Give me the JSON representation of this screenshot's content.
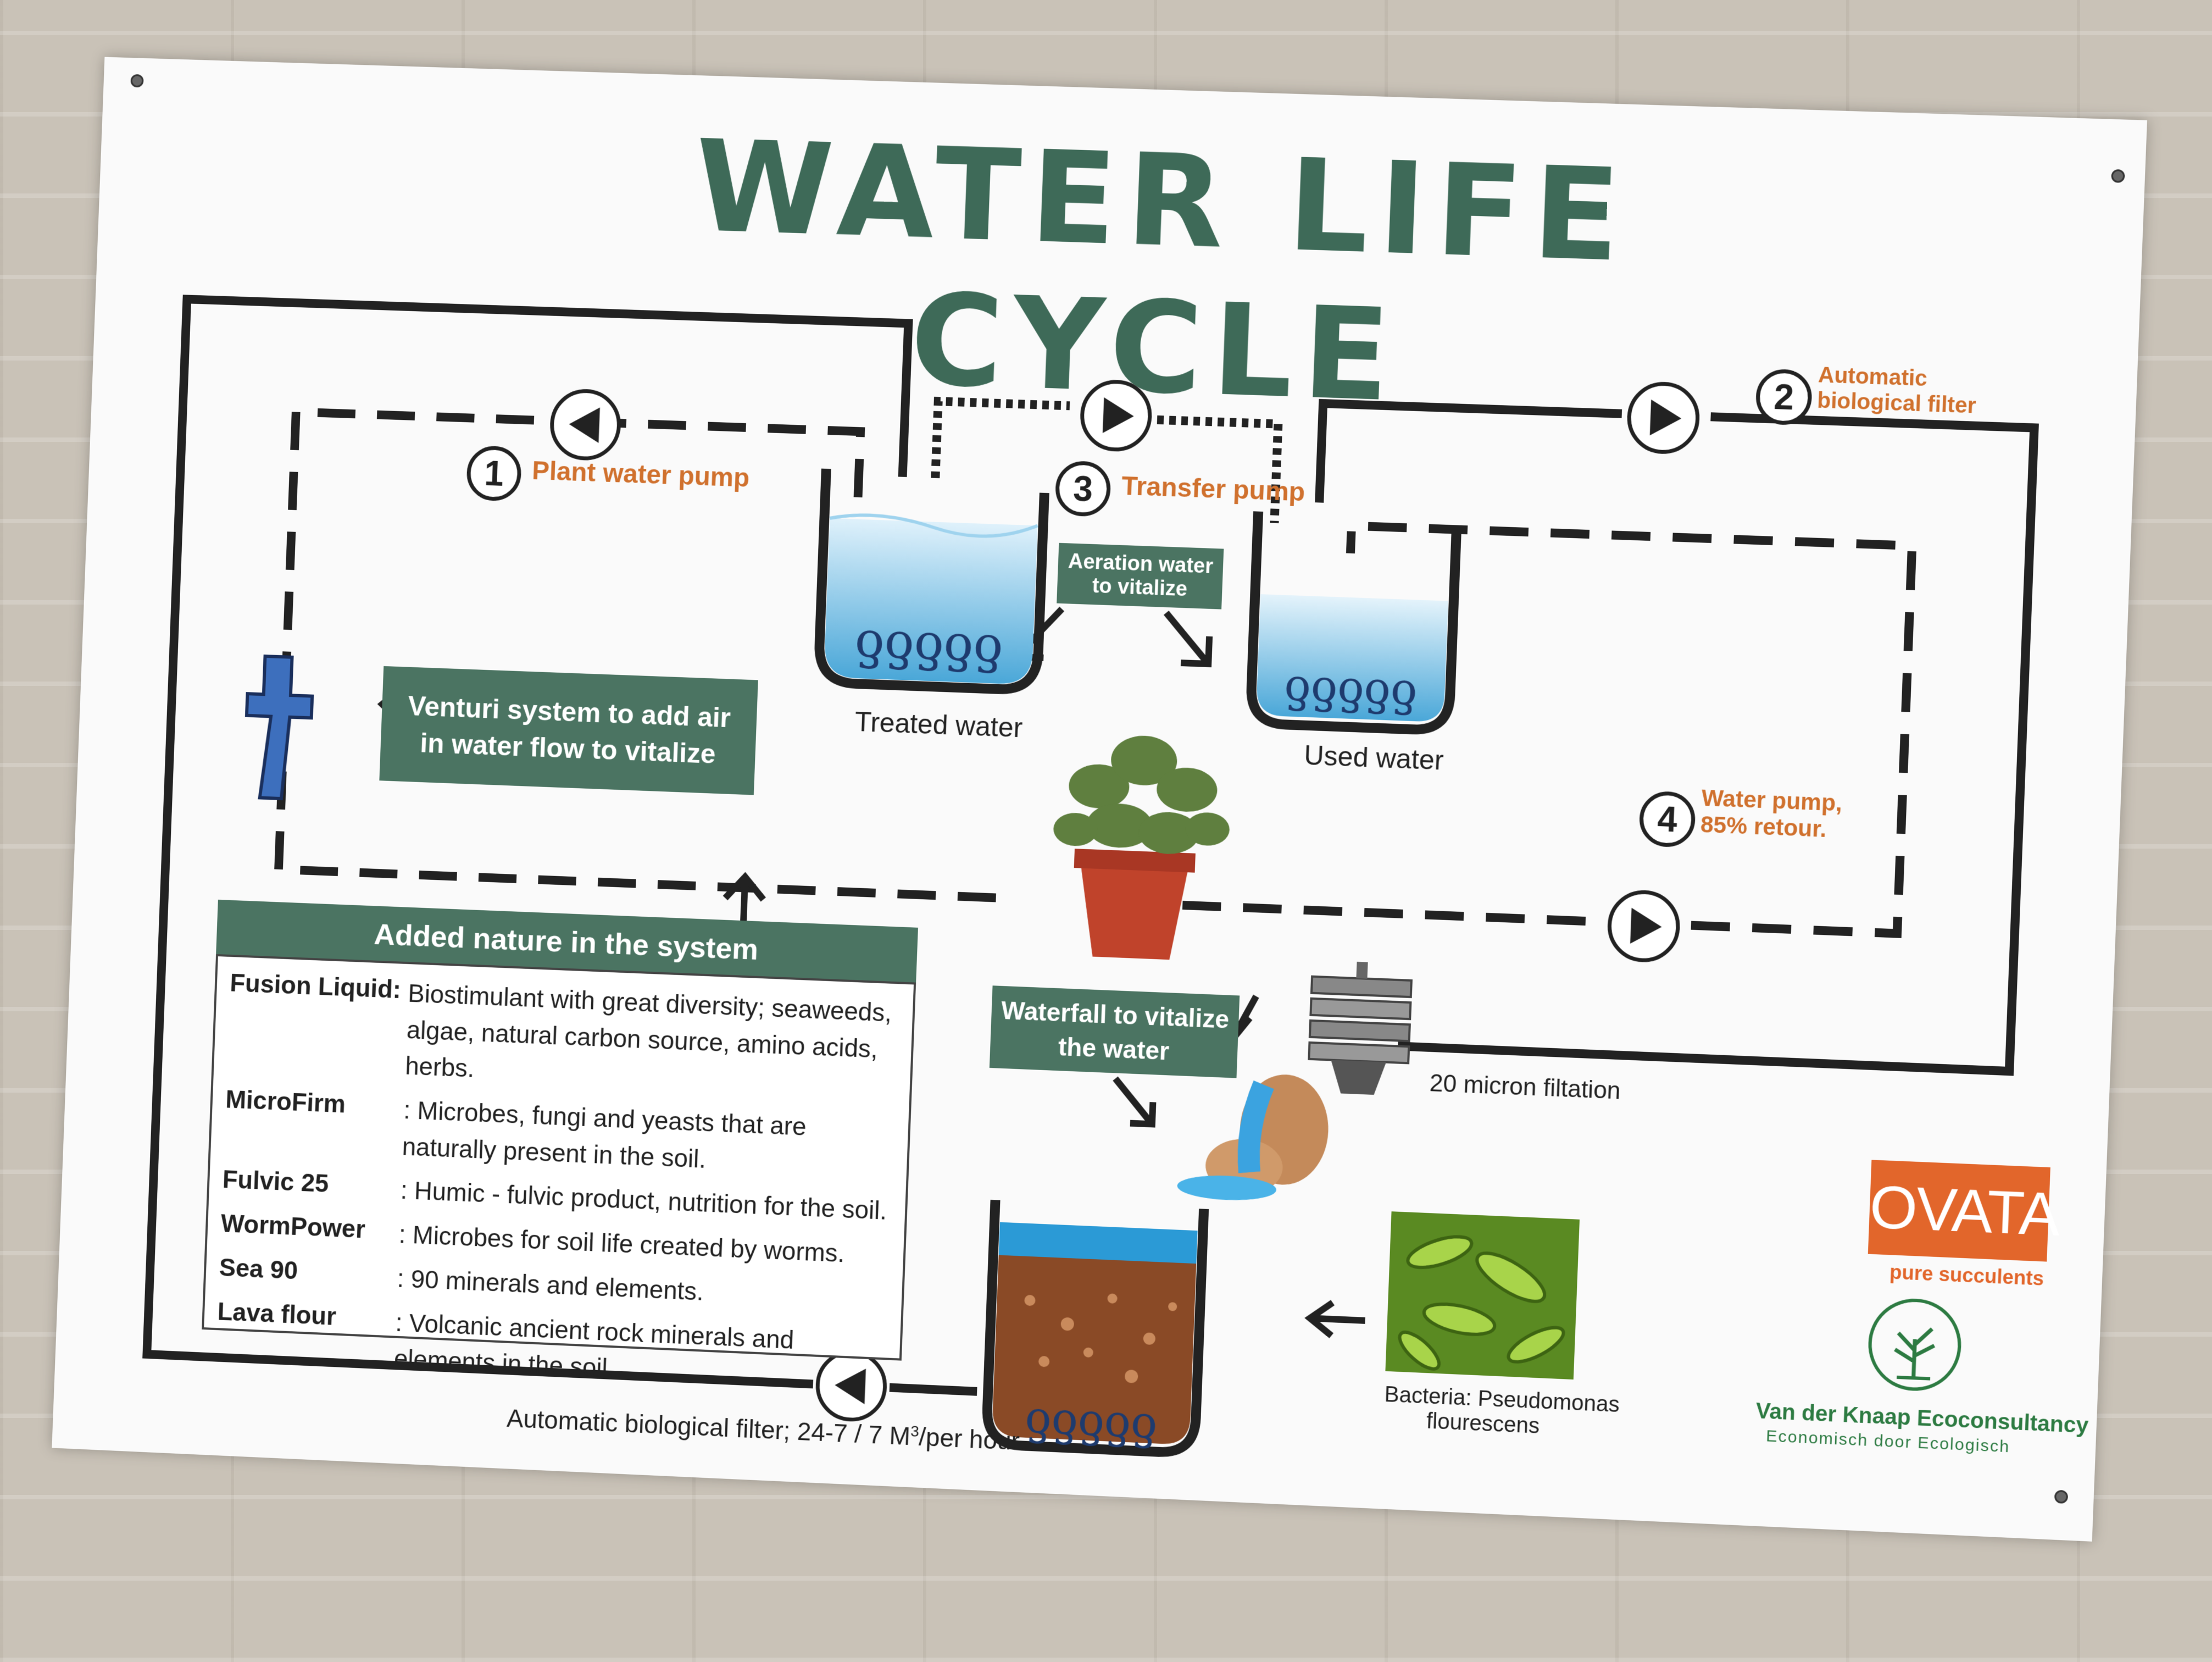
{
  "title": "WATER LIFE CYCLE",
  "steps": {
    "s1": {
      "num": "1",
      "label": "Plant water pump"
    },
    "s2": {
      "num": "2",
      "label_line1": "Automatic",
      "label_line2": "biological filter"
    },
    "s3": {
      "num": "3",
      "label": "Transfer pump"
    },
    "s4": {
      "num": "4",
      "label_line1": "Water pump,",
      "label_line2": "85% retour."
    }
  },
  "tanks": {
    "treated": "Treated water",
    "used": "Used water"
  },
  "aeration": {
    "line1": "Aeration water",
    "line2": "to vitalize"
  },
  "venturi": {
    "line1": "Venturi system to add air",
    "line2": "in water flow to vitalize"
  },
  "waterfall": {
    "line1": "Waterfall to vitalize",
    "line2": "the water"
  },
  "filtration": "20 micron filtation",
  "bacteria": {
    "line1": "Bacteria: Pseudomonas",
    "line2": "flourescens"
  },
  "bottom_caption_prefix": "Automatic biological filter; 24-7 / 7 M",
  "bottom_caption_sup": "3",
  "bottom_caption_suffix": "/per hour.",
  "legend": {
    "header": "Added nature in the system",
    "items": [
      {
        "name": "Fusion Liquid:",
        "desc": "Biostimulant with great diversity; seaweeds, algae, natural carbon source, amino acids, herbs."
      },
      {
        "name": "MicroFirm",
        "desc": ": Microbes, fungi and yeasts that are naturally present in the soil."
      },
      {
        "name": "Fulvic 25",
        "desc": ": Humic - fulvic product, nutrition for the soil."
      },
      {
        "name": "WormPower",
        "desc": ": Microbes for soil life created by worms."
      },
      {
        "name": "Sea 90",
        "desc": ": 90 minerals and elements."
      },
      {
        "name": "Lava flour",
        "desc": ": Volcanic ancient rock minerals and elements in the soil."
      }
    ]
  },
  "logos": {
    "ovata": "OVATA",
    "ovata_tagline": "pure succulents",
    "knaap": "Van der Knaap Ecoconsultancy",
    "knaap_tagline": "Economisch door Ecologisch"
  },
  "colors": {
    "title_green": "#3e6a58",
    "box_green": "#4b7462",
    "label_orange": "#d0712e",
    "brand_orange": "#e2662b",
    "water_blue": "#4aa7d8"
  },
  "icons": [
    "pump-icon",
    "venturi-icon",
    "plant-icon",
    "filter-icon",
    "waterfall-icon",
    "bacteria-icon",
    "tree-logo-icon"
  ]
}
